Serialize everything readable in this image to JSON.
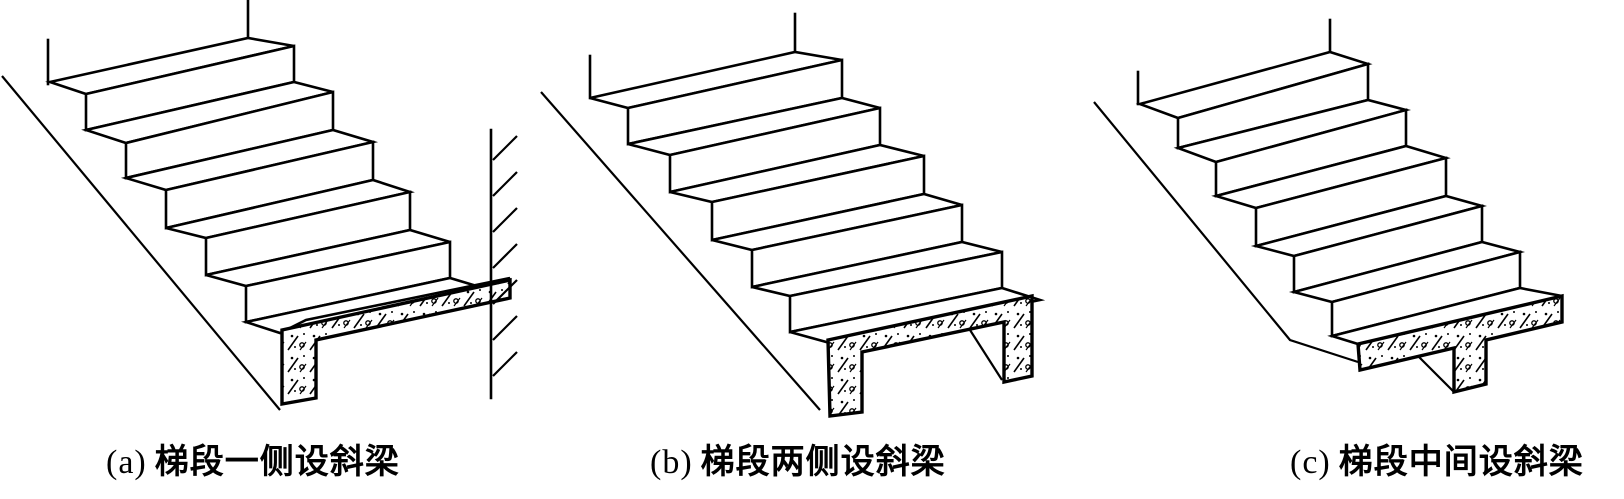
{
  "figure": {
    "stroke_color": "#000000",
    "background": "#ffffff",
    "panels": [
      {
        "id": "a",
        "tag": "(a)",
        "caption": "梯段一侧设斜梁",
        "caption_translation": "Inclined beam on one side of the flight",
        "step_count": 6,
        "support": "wall",
        "beam_positions": [
          "one-side"
        ]
      },
      {
        "id": "b",
        "tag": "(b)",
        "caption": "梯段两侧设斜梁",
        "caption_translation": "Inclined beams on both sides of the flight",
        "step_count": 6,
        "support": "none",
        "beam_positions": [
          "left",
          "right"
        ]
      },
      {
        "id": "c",
        "tag": "(c)",
        "caption": "梯段中间设斜梁",
        "caption_translation": "Inclined beam in the middle of the flight",
        "step_count": 6,
        "support": "none",
        "beam_positions": [
          "middle"
        ]
      }
    ]
  }
}
